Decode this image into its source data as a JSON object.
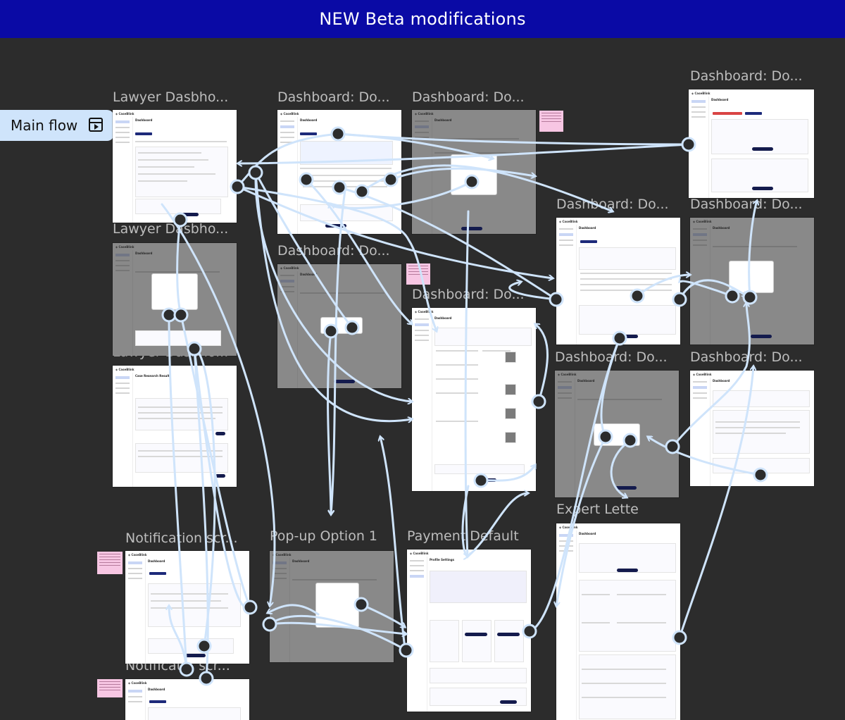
{
  "header": {
    "title": "NEW Beta modifications"
  },
  "flow_start": {
    "label": "Main flow",
    "icon": "play-prototype-icon"
  },
  "frame_labels": [
    "Lawyer Dasbho...",
    "Dashboard: Do...",
    "Dashboard: Do...",
    "Dashboard: Do...",
    "Lawyer Dasbho...",
    "Dashboard: Do...",
    "Dashboard: Do...",
    "Dashboard: Do...",
    "Dashboard: Do...",
    "Lawyer Dasbho...",
    "Dashboard: Do...",
    "Dashboard: Do...",
    "Expert Lette",
    "Notification scr...",
    "Pop-up Option 1",
    "Payment Default",
    "Notificat... scr..."
  ],
  "frames": [
    {
      "title": "Dashboard"
    },
    {
      "title": "Dashboard"
    },
    {
      "title": "Dashboard"
    },
    {
      "title": "Dashboard"
    },
    {
      "title": "Dashboard"
    },
    {
      "title": "Dashboard"
    },
    {
      "title": "Dashboard"
    },
    {
      "title": "Dashboard"
    },
    {
      "title": "Dashboard"
    },
    {
      "title": "Case Research Results"
    },
    {
      "title": "Dashboard"
    },
    {
      "title": "Dashboard"
    },
    {
      "title": "Dashboard"
    },
    {
      "title": "Dashboard"
    },
    {
      "title": "Dashboard"
    },
    {
      "title": "Profile Settings"
    },
    {
      "title": "Dashboard"
    }
  ],
  "colors": {
    "header": "#0a0aa5",
    "canvas": "#2c2c2c",
    "connector": "#cfe4fb",
    "flow_badge": "#cfe4fb",
    "sticky": "#f7c6e3"
  }
}
